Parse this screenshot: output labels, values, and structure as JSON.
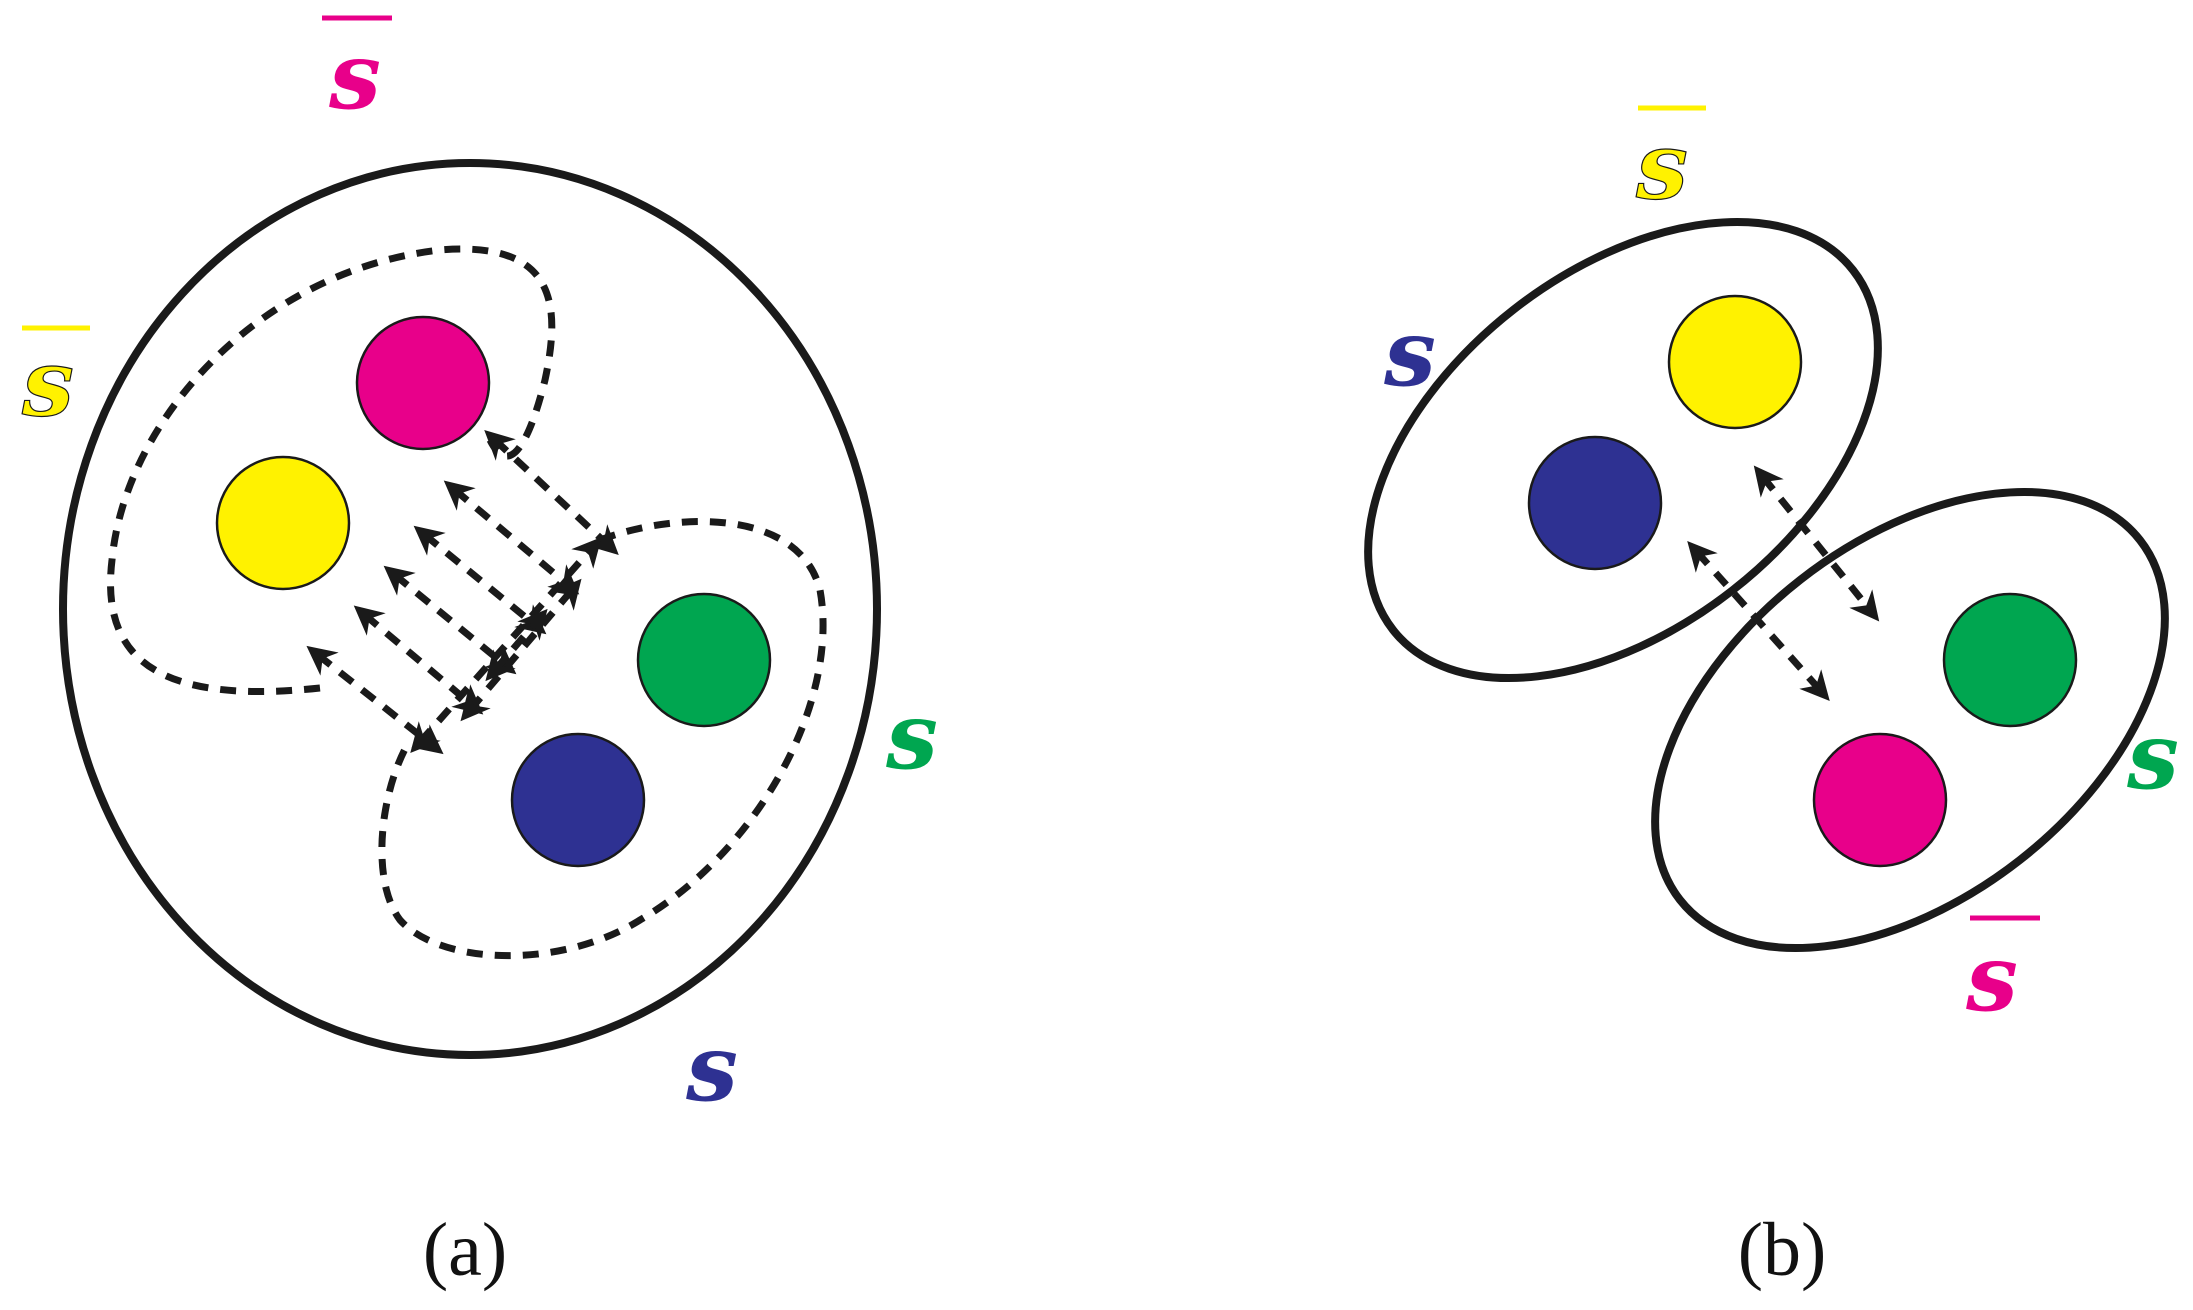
{
  "colors": {
    "magenta": "#E8008A",
    "yellow": "#FFF200",
    "green": "#00A650",
    "blue": "#2E3192",
    "line": "#1a1a1a"
  },
  "panel_a": {
    "caption": "(a)",
    "labels": {
      "magenta": "s",
      "yellow": "s",
      "green": "s",
      "blue": "s"
    }
  },
  "panel_b": {
    "caption": "(b)",
    "labels": {
      "yellow": "s",
      "blue": "s",
      "green": "s",
      "magenta": "s"
    }
  }
}
